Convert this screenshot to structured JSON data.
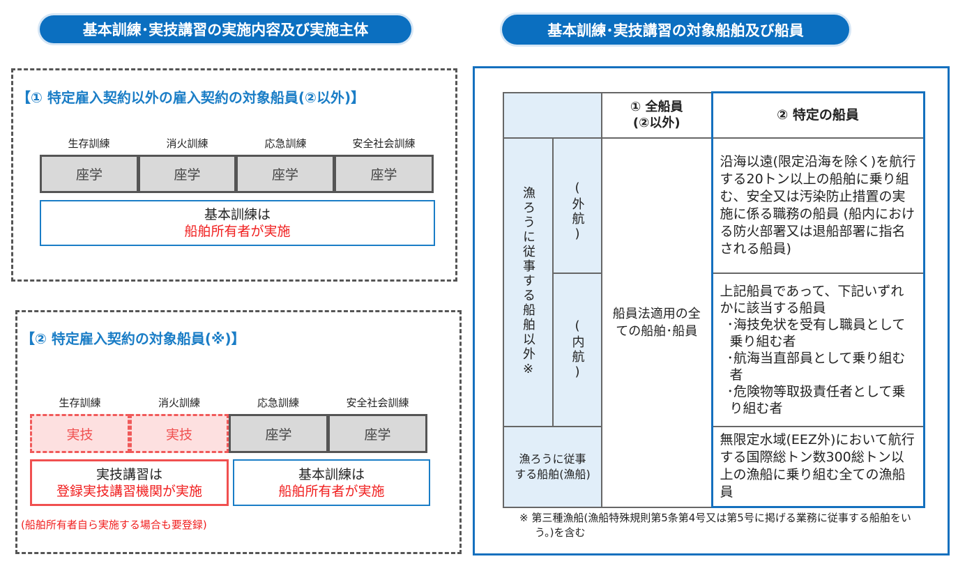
{
  "left": {
    "header": "基本訓練･実技講習の実施内容及び実施主体",
    "section1": {
      "title": "【① 特定雇入契約以外の雇入契約の対象船員(②以外)】",
      "trainings": [
        "生存訓練",
        "消火訓練",
        "応急訓練",
        "安全社会訓練"
      ],
      "cells": [
        "座学",
        "座学",
        "座学",
        "座学"
      ],
      "info_line1": "基本訓練は",
      "info_line2": "船舶所有者が実施"
    },
    "section2": {
      "title": "【② 特定雇入契約の対象船員(※)】",
      "trainings": [
        "生存訓練",
        "消火訓練",
        "応急訓練",
        "安全社会訓練"
      ],
      "cells": [
        "実技",
        "実技",
        "座学",
        "座学"
      ],
      "info_a_line1": "実技講習は",
      "info_a_line2": "登録実技講習機関が実施",
      "info_b_line1": "基本訓練は",
      "info_b_line2": "船舶所有者が実施",
      "note": "(船舶所有者自ら実施する場合も要登録)"
    }
  },
  "right": {
    "header": "基本訓練･実技講習の対象船舶及び船員",
    "table": {
      "col1_header_l1": "① 全船員",
      "col1_header_l2": "(②以外)",
      "col2_header": "② 特定の船員",
      "group_label": "漁ろうに従事する船舶以外※",
      "row_outer": "(外航)",
      "row_inner": "(内航)",
      "all_crew": "船員法適用の全ての船舶･船員",
      "outer_specific": "沿海以遠(限定沿海を除く)を航行する20トン以上の船舶に乗り組む、安全又は汚染防止措置の実施に係る職務の船員 (船内における防火部署又は退船部署に指名される船員)",
      "inner_specific_intro": "上記船員であって、下記いずれかに該当する船員",
      "inner_specific_items": [
        "･海技免状を受有し職員として乗り組む者",
        "･航海当直部員として乗り組む者",
        "･危険物等取扱責任者として乗り組む者"
      ],
      "fishing_label": "漁ろうに従事する船舶(漁船)",
      "fishing_specific": "無限定水域(EEZ外)において航行する国際総トン数300総トン以上の漁船に乗り組む全ての漁船員"
    },
    "footnote": "※ 第三種漁船(漁船特殊規則第5条第4号又は第5号に掲げる業務に従事する船舶をいう。)を含む"
  }
}
